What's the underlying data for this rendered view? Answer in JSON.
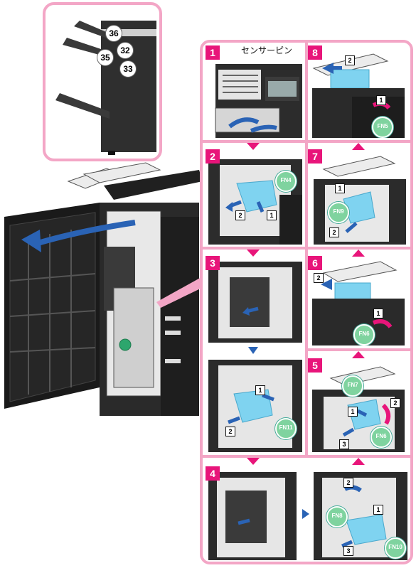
{
  "inset": {
    "tray_labels": [
      "36",
      "32",
      "35",
      "33"
    ]
  },
  "steps": [
    {
      "number": "1",
      "label": "センサーピン"
    },
    {
      "number": "2"
    },
    {
      "number": "3"
    },
    {
      "number": "4"
    },
    {
      "number": "5"
    },
    {
      "number": "6"
    },
    {
      "number": "7"
    },
    {
      "number": "8"
    }
  ],
  "fn_badges": {
    "fn4": "FN4",
    "fn5": "FN5",
    "fn6": "FN6",
    "fn7": "FN7",
    "fn8": "FN8",
    "fn9": "FN9",
    "fn10": "FN10",
    "fn11": "FN11"
  },
  "order_numbers": {
    "n1": "1",
    "n2": "2",
    "n3": "3"
  },
  "colors": {
    "frame_pink": "#f3a6c6",
    "step_magenta": "#e8157a",
    "arrow_blue": "#2a63b5",
    "paper_blue": "#7fd3f0",
    "lever_green": "#2da66d"
  }
}
